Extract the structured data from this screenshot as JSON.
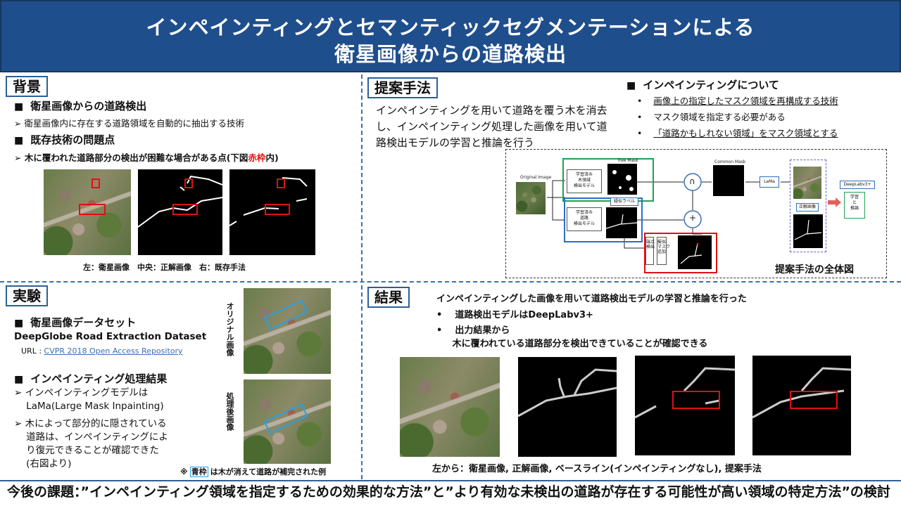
{
  "header": {
    "title_line1": "インペインティングとセマンティックセグメンテーションによる",
    "title_line2": "衛星画像からの道路検出"
  },
  "background": {
    "section_title": "背景",
    "h1": "衛星画像からの道路検出",
    "p1": "衛星画像内に存在する道路領域を自動的に抽出する技術",
    "h2": "既存技術の問題点",
    "p2_prefix": "木に覆われた道路部分の検出が困難な場合がある点(下図",
    "p2_red": "赤枠",
    "p2_suffix": "内)",
    "caption": "左：衛星画像　中央：正解画像　右：既存手法"
  },
  "method": {
    "section_title": "提案手法",
    "description": "インペインティングを用いて道路を覆う木を消去し、インペインティング処理した画像を用いて道路検出モデルの学習と推論を行う",
    "inpaint_heading": "インペインティングについて",
    "bullets": [
      "画像上の指定したマスク領域を再構成する技術",
      "マスク領域を指定する必要がある",
      "「道路かもしれない領域」をマスク領域とする"
    ],
    "diagram_caption": "提案手法の全体図",
    "diagram": {
      "original_image": "Original Image",
      "tree_model": "学習済み\n木領域\n検出モデル",
      "road_model": "学習済み\n道路\n検出モデル",
      "tree_mask": "Tree Mask",
      "pseudo_label": "疑似ラベル",
      "common_mask": "Common Mask",
      "lama": "LaMa",
      "deeplab": "DeepLabv3+",
      "train_infer": "学習\nと\n推論",
      "ground_truth": "正解画像",
      "endpoint": "端点\n検出",
      "pseudo_mask": "擬似\nマスク\n追加",
      "cap_symbol": "∩",
      "plus_symbol": "+"
    }
  },
  "experiment": {
    "section_title": "実験",
    "h1": "衛星画像データセット",
    "dataset_name": "DeepGlobe Road Extraction Dataset",
    "url_label": "URL : ",
    "url_text": "CVPR 2018 Open Access Repository",
    "h2": "インペインティング処理結果",
    "b1_line1": "インペインティングモデルは",
    "b1_line2": "LaMa(Large Mask Inpainting)",
    "b2_line1": "木によって部分的に隠されている",
    "b2_line2": "道路は、インペインティングによ",
    "b2_line3": "り復元できることが確認できた",
    "b2_line4": "(右図より)",
    "label_original": "オリジナル画像",
    "label_processed": "処理後画像",
    "note_prefix": "※",
    "note_blue": "青枠",
    "note_suffix": "は木が消えて道路が補完された例"
  },
  "results": {
    "section_title": "結果",
    "intro": "インペインティングした画像を用いて道路検出モデルの学習と推論を行った",
    "b1": "道路検出モデルはDeepLabv3+",
    "b2_line1": "出力結果から",
    "b2_line2": "木に覆われている道路部分を検出できていることが確認できる",
    "caption": "左から：衛星画像, 正解画像, ベースライン(インペインティングなし), 提案手法"
  },
  "footer": {
    "text": "今後の課題：”インペインティング領域を指定するための効果的な方法”と”より有効な未検出の道路が存在する可能性が高い領域の特定方法”の検討"
  },
  "colors": {
    "header_bg": "#1f4e8c",
    "accent_red": "#e01010",
    "accent_blue": "#2aa0e0",
    "divider": "#3a6fb0"
  }
}
